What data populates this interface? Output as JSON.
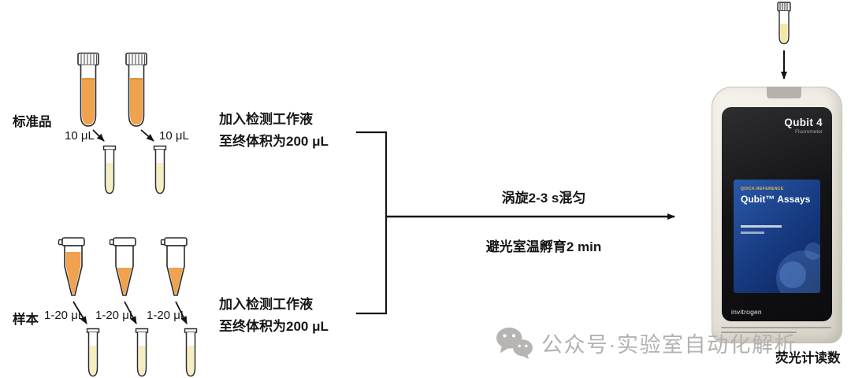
{
  "standards": {
    "label": "标准品",
    "volumes": [
      "10 μL",
      "10 μL"
    ]
  },
  "samples": {
    "label": "样本",
    "volumes": [
      "1-20 μL",
      "1-20 μL",
      "1-20 μL"
    ]
  },
  "steps": {
    "add_top": [
      "加入检测工作液",
      "至终体积为200 μL"
    ],
    "add_bottom": [
      "加入检测工作液",
      "至终体积为200 μL"
    ],
    "vortex": "涡旋2-3 s混匀",
    "incubate": "避光室温孵育2 min",
    "readout": "荧光计读数"
  },
  "device": {
    "model": "Qubit 4",
    "model_sub": "Fluorometer",
    "screen_tag": "QUICK-REFERENCE",
    "screen_title": "Qubit™ Assays",
    "brand": "invitrogen"
  },
  "watermark": "公众号·实验室自动化解析",
  "colors": {
    "sample_liquid": "#f0a24e",
    "assay_liquid": "#f4eec0",
    "screen_blue": "#16397f",
    "device_body": "#efece5",
    "watermark_grey": "#b4b1b1"
  }
}
